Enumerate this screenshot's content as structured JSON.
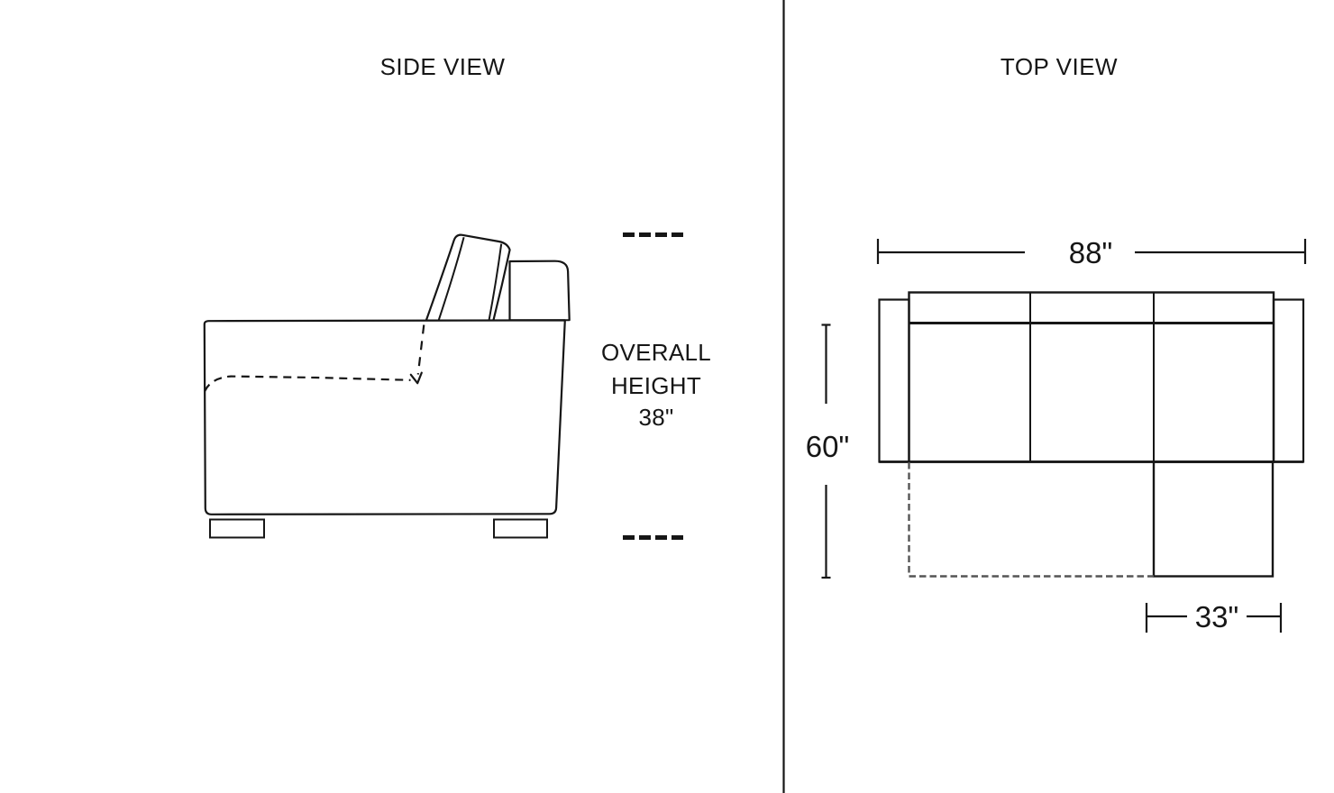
{
  "side_view": {
    "title": "SIDE VIEW",
    "overall_height_lines": [
      "OVERALL",
      "HEIGHT",
      "38\""
    ]
  },
  "top_view": {
    "title": "TOP VIEW",
    "overall_width": "88\"",
    "overall_depth": "60\"",
    "chaise_width": "33\""
  },
  "colors": {
    "line": "#161616",
    "hidden_edge_dash": "#555555",
    "background": "#ffffff"
  }
}
